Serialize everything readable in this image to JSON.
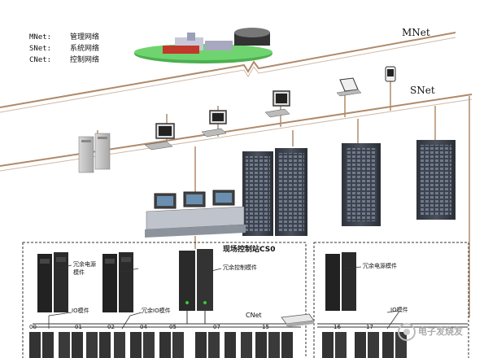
{
  "legend": [
    {
      "abbr": "MNet:",
      "desc": "管理网络"
    },
    {
      "abbr": "SNet:",
      "desc": "系统网络"
    },
    {
      "abbr": "CNet:",
      "desc": "控制网络"
    }
  ],
  "networks": {
    "mnet": "MNet",
    "snet": "SNet",
    "cnet": "CNet"
  },
  "station": {
    "title": "现场控制站CS0",
    "redundant_power": "冗余电源模件",
    "redundant_control": "冗余控制模件",
    "io_module": "IO模件",
    "redundant_io": "冗余IO模件",
    "right_redundant_power": "冗余电源模件",
    "right_io_module": "IO模件"
  },
  "slots": [
    "00",
    "01",
    "02",
    "04",
    "05",
    "07",
    "15",
    "16",
    "17"
  ],
  "watermark": "电子发烧友",
  "colors": {
    "net_line": "#b08a6a",
    "cabinet": "#3a3f4a",
    "dashed_box": "#333333"
  }
}
